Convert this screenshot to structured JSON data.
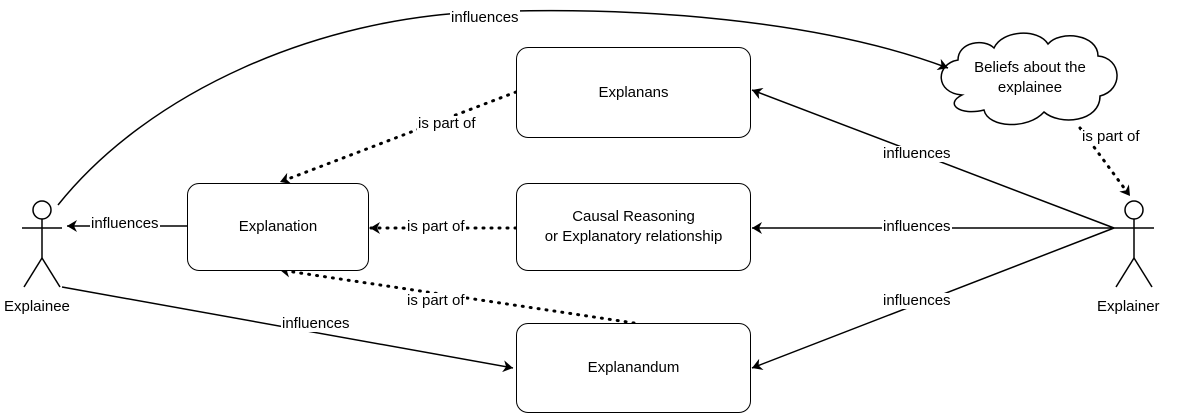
{
  "actors": {
    "explainee": {
      "label": "Explainee"
    },
    "explainer": {
      "label": "Explainer"
    }
  },
  "nodes": {
    "explanation": "Explanation",
    "explanans": "Explanans",
    "causal_line1": "Causal Reasoning",
    "causal_line2": "or Explanatory relationship",
    "explanandum": "Explanandum",
    "beliefs_line1": "Beliefs about the",
    "beliefs_line2": "explainee"
  },
  "edge_labels": {
    "influences": "influences",
    "is_part_of": "is part of"
  },
  "colors": {
    "stroke": "#000000",
    "background": "#ffffff"
  }
}
